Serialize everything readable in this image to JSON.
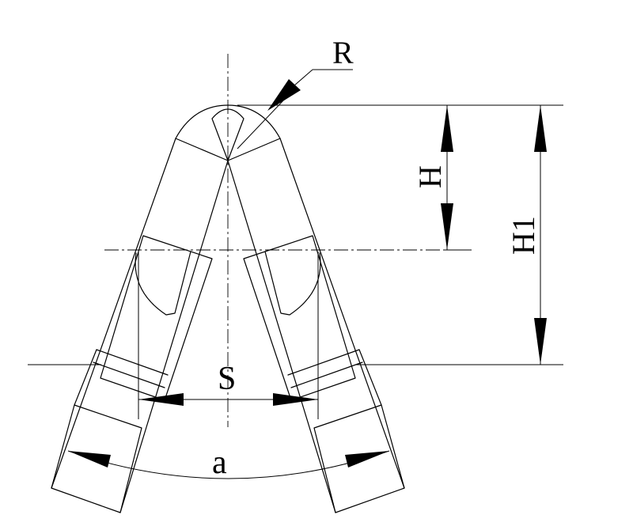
{
  "labels": {
    "radius": "R",
    "height": "H",
    "height_total": "H1",
    "spacing": "S",
    "angle": "a"
  },
  "colors": {
    "line": "#000000",
    "background": "#ffffff"
  }
}
